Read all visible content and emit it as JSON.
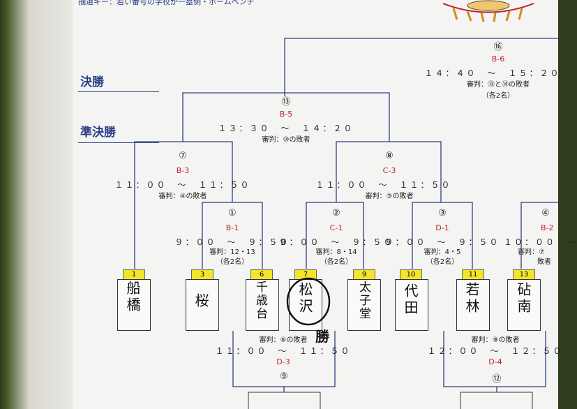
{
  "header_note": "抽選キー：若い番号の学校が一塁側・ホームベンチ",
  "rounds": {
    "final": "決勝",
    "semifinal": "準決勝"
  },
  "matches": {
    "m16": {
      "num": "⑯",
      "code": "B-6",
      "time": "１４：４０　～　１５：２０",
      "umpire": "審判：⑬と⑭の敗者",
      "note": "（各2名）"
    },
    "m13": {
      "num": "⑬",
      "code": "B-5",
      "time": "１３：３０　～　１４：２０",
      "umpire": "審判：⑩の敗者"
    },
    "m7": {
      "num": "⑦",
      "code": "B-3",
      "time": "１１：００　～　１１：５０",
      "umpire": "審判：④の敗者"
    },
    "m8": {
      "num": "⑧",
      "code": "C-3",
      "time": "１１：００　～　１１：５０",
      "umpire": "審判：⑤の敗者"
    },
    "m1": {
      "num": "①",
      "code": "B-1",
      "time": "９：００　～　９：５０",
      "umpire": "審判：12・13",
      "note": "（各2名）"
    },
    "m2": {
      "num": "②",
      "code": "C-1",
      "time": "９：００　～　９：５０",
      "umpire": "審判：8・14",
      "note": "（各2名）"
    },
    "m3": {
      "num": "③",
      "code": "D-1",
      "time": "９：００　～　９：５０",
      "umpire": "審判：4・5",
      "note": "（各2名）"
    },
    "m4": {
      "num": "④",
      "code": "B-2",
      "time": "１０：００　～",
      "umpire": "審判：⑦",
      "note": "敗者"
    },
    "m9": {
      "num": "⑨",
      "code": "D-3",
      "time": "１１：００　～　１１：５０",
      "umpire": "審判：⑥の敗者"
    },
    "m12": {
      "num": "⑫",
      "code": "D-4",
      "time": "１２：００　～　１２：５０",
      "umpire": "審判：⑨の敗者"
    }
  },
  "teams": [
    {
      "seed": "1",
      "name": "船橋"
    },
    {
      "seed": "3",
      "name": "桜"
    },
    {
      "seed": "6",
      "name": "千歳台"
    },
    {
      "seed": "7",
      "name": "松沢"
    },
    {
      "seed": "9",
      "name": "太子堂"
    },
    {
      "seed": "10",
      "name": "代田"
    },
    {
      "seed": "11",
      "name": "若林"
    },
    {
      "seed": "13",
      "name": "砧南"
    }
  ],
  "handwritten_mark": "勝",
  "colors": {
    "board": "#f4f4f2",
    "line": "#2b3f86",
    "code": "#c0222c",
    "seed_tab": "#f3e52a"
  }
}
